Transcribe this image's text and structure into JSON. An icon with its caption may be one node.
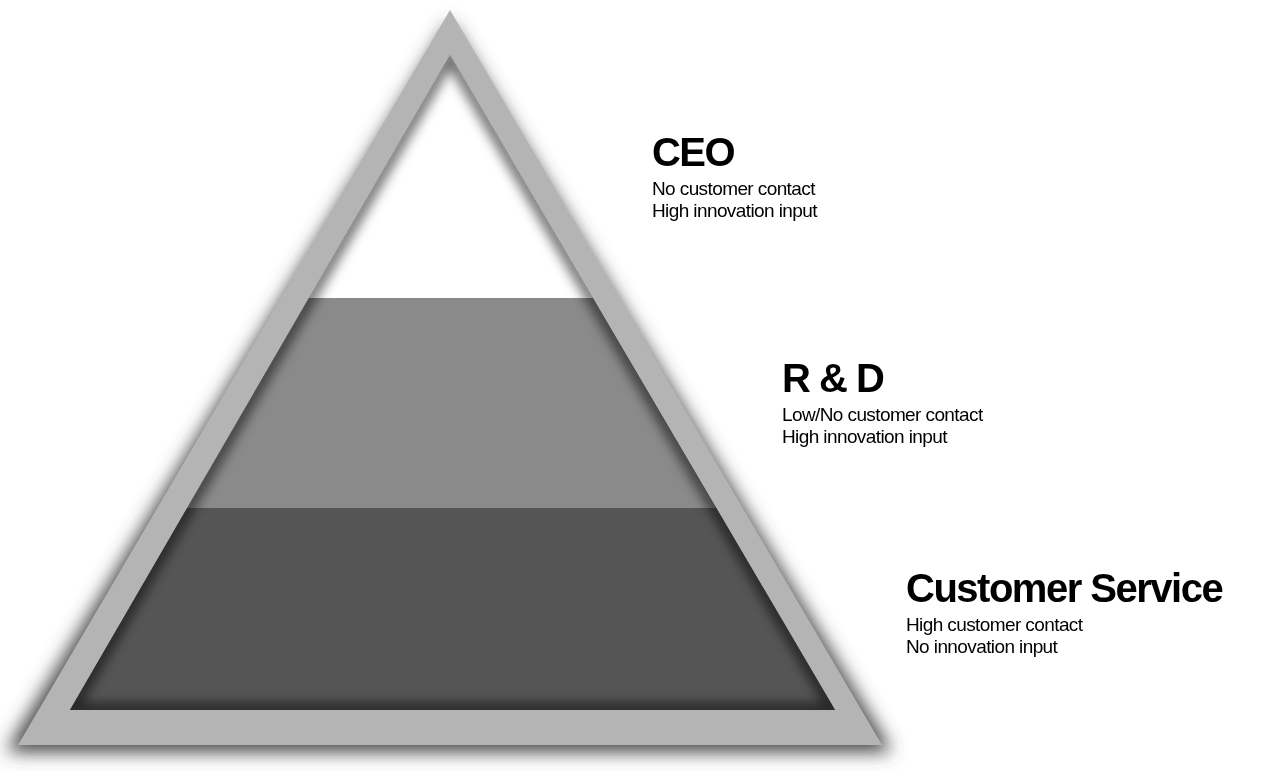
{
  "diagram": {
    "nodes": [
      {
        "text": [
          "CEO"
        ],
        "beside": [
          "No customer contact",
          "High innovation input"
        ]
      },
      {
        "text": [
          "R & D"
        ],
        "beside": [
          "Low/No customer contact",
          "High innovation input"
        ]
      },
      {
        "text": [
          "Customer Service"
        ],
        "beside": [
          "High customer contact",
          "No innovation input"
        ]
      }
    ]
  }
}
